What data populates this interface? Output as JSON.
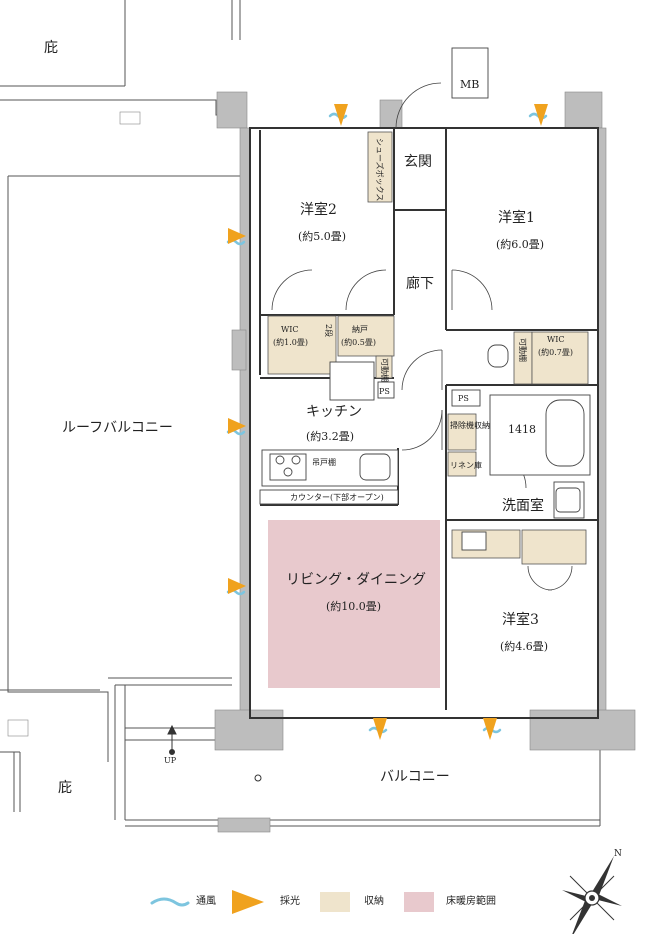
{
  "rooms": {
    "garden_top": "庇",
    "garden_bottom": "庇",
    "mb": "MB",
    "shoe_box": "シューズボックス",
    "genkan": "玄関",
    "youshitsu2": {
      "name": "洋室2",
      "size": "(約5.0畳)"
    },
    "youshitsu1": {
      "name": "洋室1",
      "size": "(約6.0畳)"
    },
    "rouka": "廊下",
    "wic1": {
      "name": "WIC",
      "size": "(約1.0畳)",
      "note": "2段"
    },
    "nando": {
      "name": "納戸",
      "size": "(約0.5畳)"
    },
    "kadou": "可動棚",
    "ps1": "PS",
    "ps2": "PS",
    "wic2": {
      "name": "WIC",
      "size": "(約0.7畳)",
      "note": "可動棚"
    },
    "kitchen": {
      "name": "キッチン",
      "size": "(約3.2畳)"
    },
    "tsuridana": "吊戸棚",
    "counter": "カウンター(下部オープン)",
    "souji": "掃除機収納",
    "linen": "リネン庫",
    "bath_size": "1418",
    "senmen": "洗面室",
    "roof": "ルーフバルコニー",
    "living": {
      "name": "リビング・ダイニング",
      "size": "(約10.0畳)"
    },
    "youshitsu3": {
      "name": "洋室3",
      "size": "(約4.6畳)"
    },
    "balcony": "バルコニー",
    "up": "UP"
  },
  "legend": {
    "items": [
      {
        "label": "通風",
        "swatch": "wind"
      },
      {
        "label": "採光",
        "swatch": "light"
      },
      {
        "label": "収納",
        "swatch": "storage"
      },
      {
        "label": "床暖房範囲",
        "swatch": "floor-heating"
      }
    ]
  },
  "compass": {
    "north": "N"
  },
  "colors": {
    "wall": "#bdbdbd",
    "storage": "#efe4cc",
    "floor_heating": "#e8c9cd",
    "light": "#f0a21e",
    "wind": "#7dc5df"
  }
}
